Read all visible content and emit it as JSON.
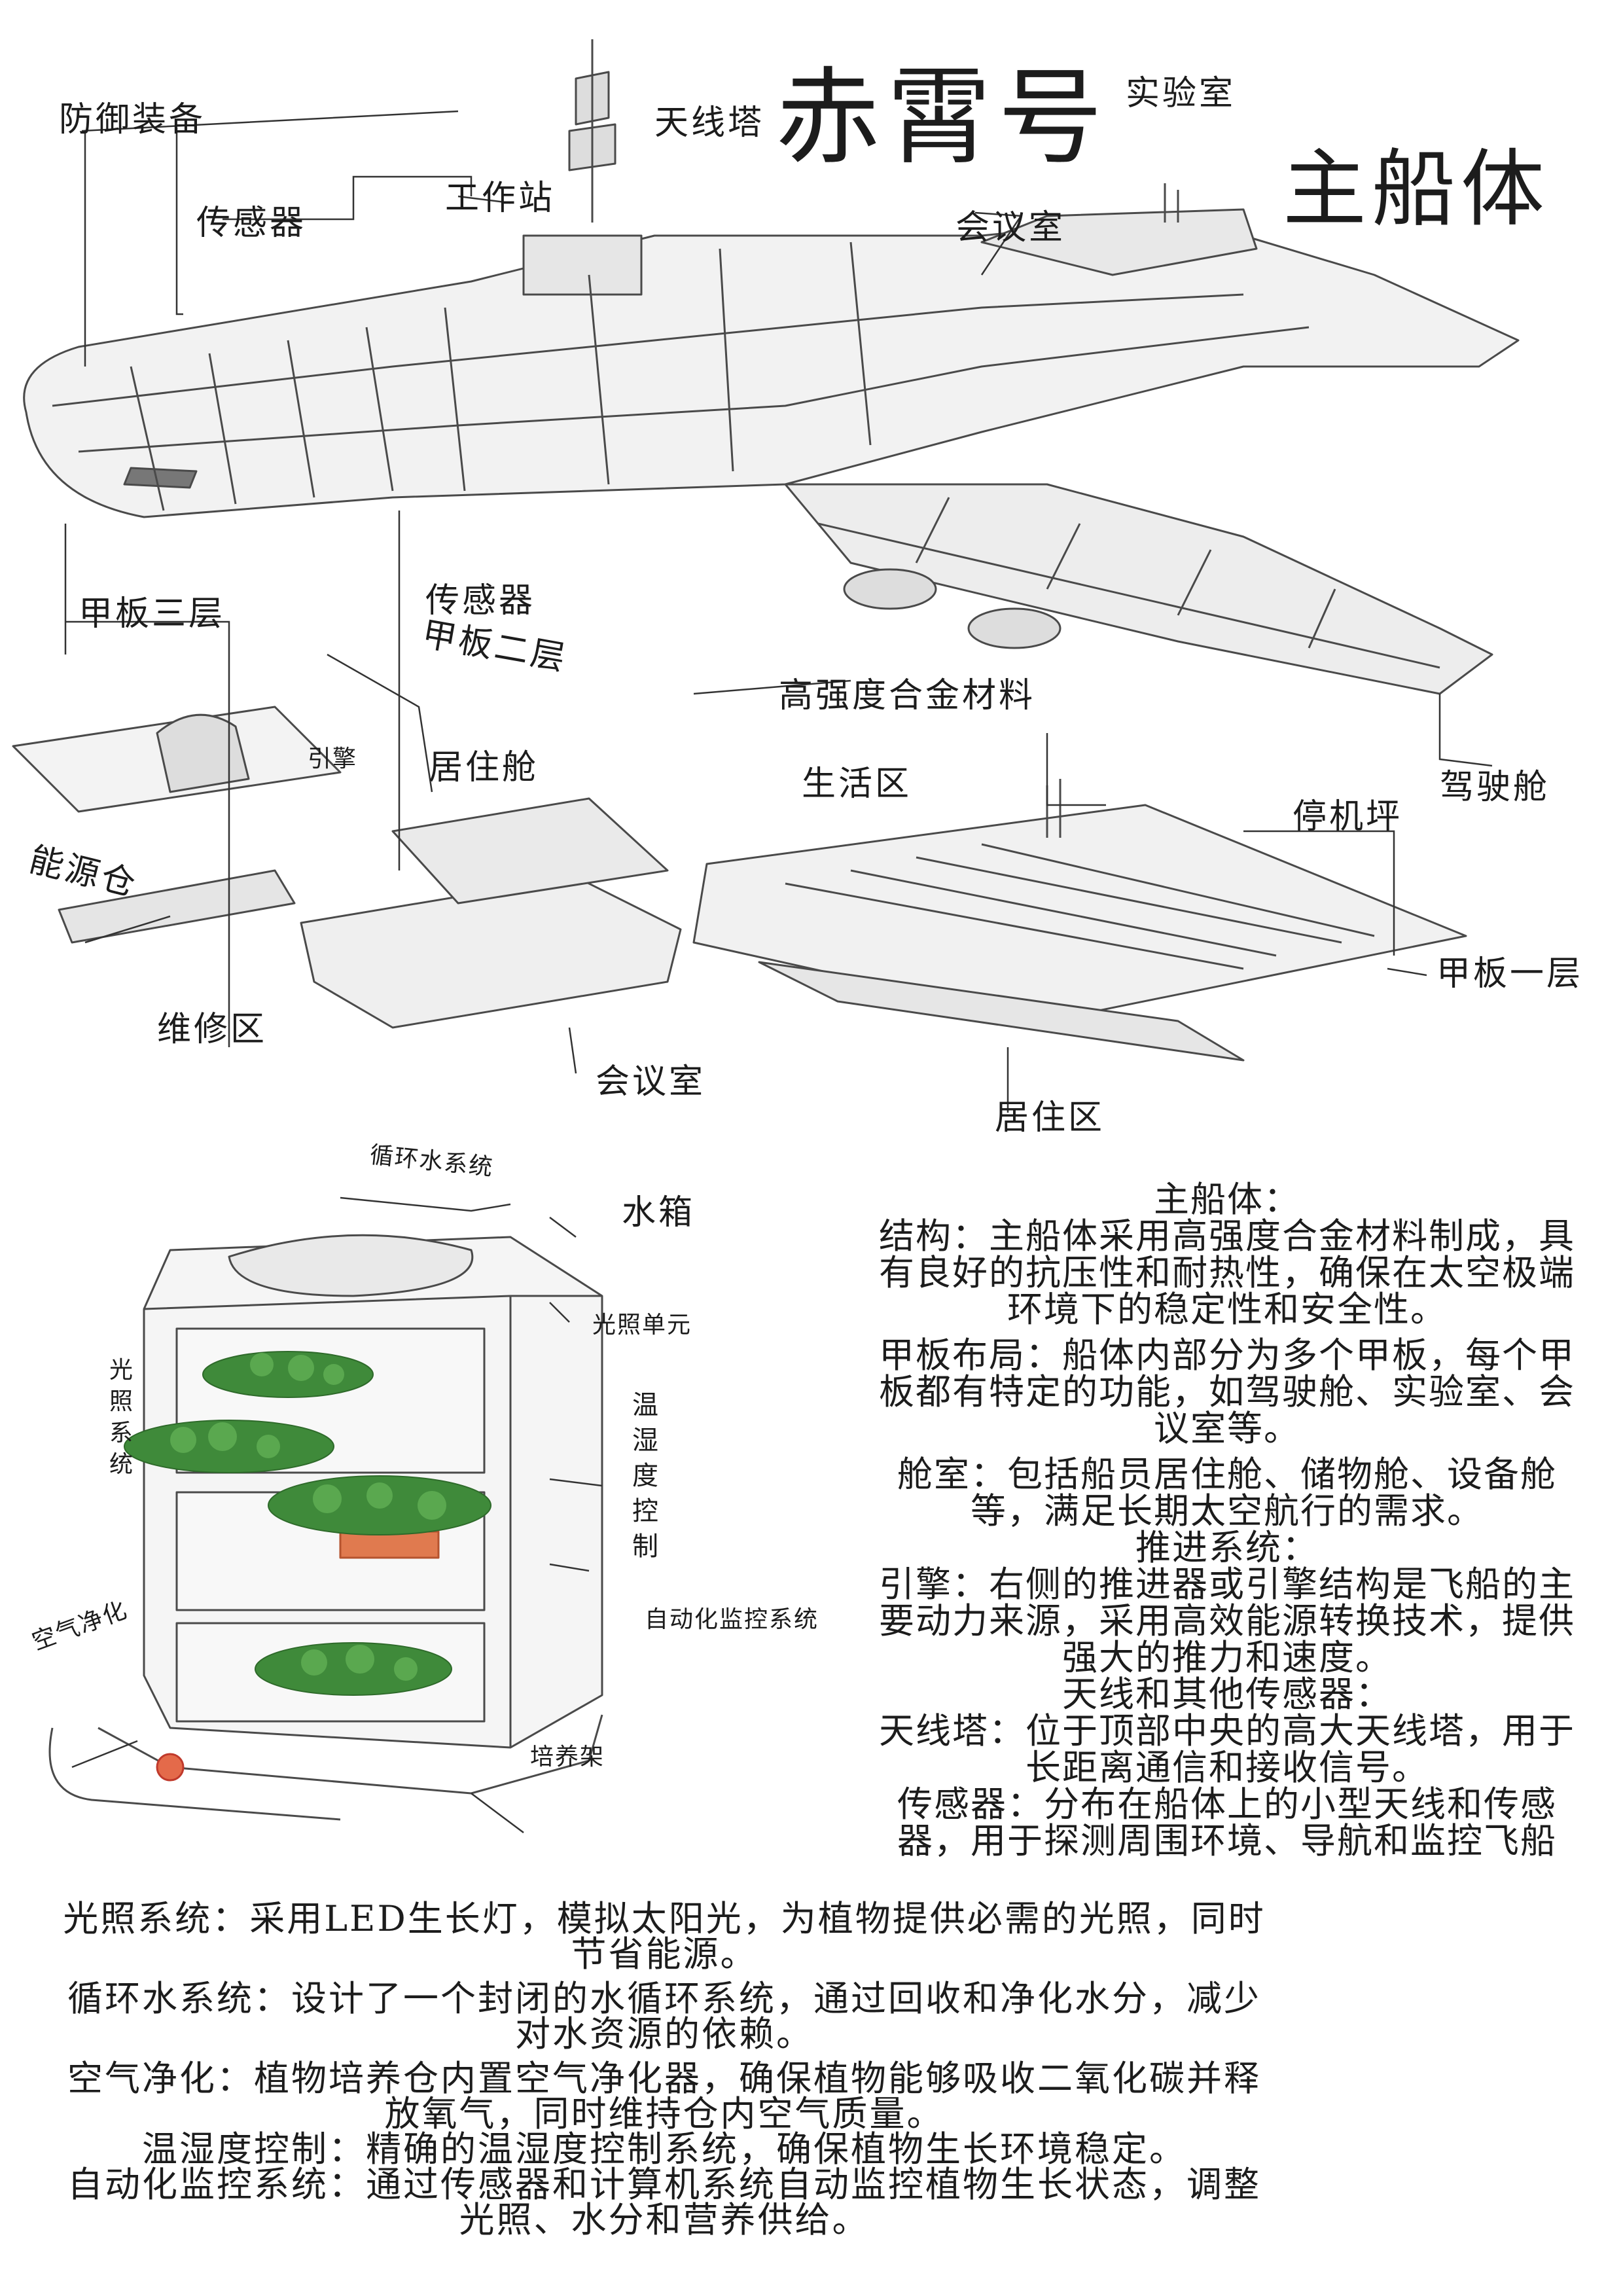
{
  "ship": {
    "title": "赤霄号",
    "subtitle": "主船体",
    "labels": {
      "defense": "防御装备",
      "antenna_tower": "天线塔",
      "laboratory": "实验室",
      "sensor_top": "传感器",
      "workstation": "工作站",
      "meeting_room_top": "会议室",
      "deck_three": "甲板三层",
      "sensor_mid": "传感器",
      "deck_two": "甲板二层",
      "alloy": "高强度合金材料",
      "engine": "引擎",
      "living_cabin": "居住舱",
      "living_area": "生活区",
      "cockpit": "驾驶舱",
      "landing_pad": "停机坪",
      "energy_bay": "能源仓",
      "deck_one": "甲板一层",
      "maintenance": "维修区",
      "meeting_room_bottom": "会议室",
      "residential_area": "居住区"
    }
  },
  "planter": {
    "labels": {
      "water_cycle": "循环水系统",
      "water_tank": "水箱",
      "light_unit": "光照单元",
      "light_system": "光照系统",
      "temp_humidity": "温湿度控制",
      "automation": "自动化监控系统",
      "air_purify": "空气净化",
      "rack": "培养架"
    }
  },
  "spec_text": [
    "主船体：",
    "结构：主船体采用高强度合金材料制成，具有良好的抗压性和耐热性，确保在太空极端环境下的稳定性和安全性。",
    "甲板布局：船体内部分为多个甲板，每个甲板都有特定的功能，如驾驶舱、实验室、会议室等。",
    "舱室：包括船员居住舱、储物舱、设备舱等，满足长期太空航行的需求。",
    "推进系统：",
    "引擎：右侧的推进器或引擎结构是飞船的主要动力来源，采用高效能源转换技术，提供强大的推力和速度。",
    "天线和其他传感器：",
    "天线塔：位于顶部中央的高大天线塔，用于长距离通信和接收信号。",
    "传感器：分布在船体上的小型天线和传感器，用于探测周围环境、导航和监控飞船"
  ],
  "system_text": [
    "光照系统：采用LED生长灯，模拟太阳光，为植物提供必需的光照，同时节省能源。",
    "循环水系统：设计了一个封闭的水循环系统，通过回收和净化水分，减少对水资源的依赖。",
    "空气净化：植物培养仓内置空气净化器，确保植物能够吸收二氧化碳并释放氧气，同时维持仓内空气质量。",
    "温湿度控制：精确的温湿度控制系统，确保植物生长环境稳定。",
    "自动化监控系统：通过传感器和计算机系统自动监控植物生长状态，调整光照、水分和营养供给。"
  ]
}
